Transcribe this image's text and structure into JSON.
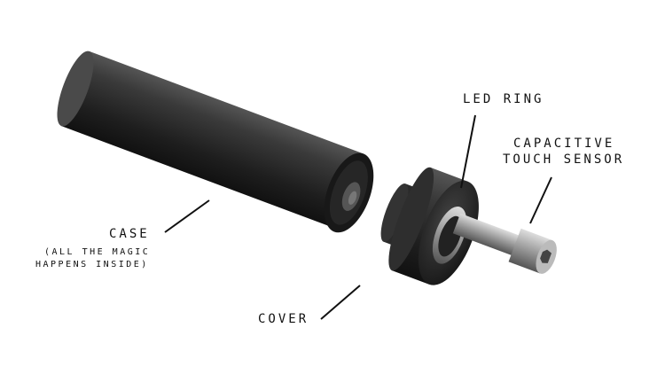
{
  "labels": {
    "led_ring": "LED RING",
    "capacitive_line1": "CAPACITIVE",
    "capacitive_line2": "TOUCH SENSOR",
    "case": "CASE",
    "case_note_line1": "(ALL THE MAGIC",
    "case_note_line2": "HAPPENS INSIDE)",
    "cover": "COVER"
  },
  "colors": {
    "body": "#2a2a2a",
    "text": "#111111",
    "metal": "#b8b8b8"
  }
}
